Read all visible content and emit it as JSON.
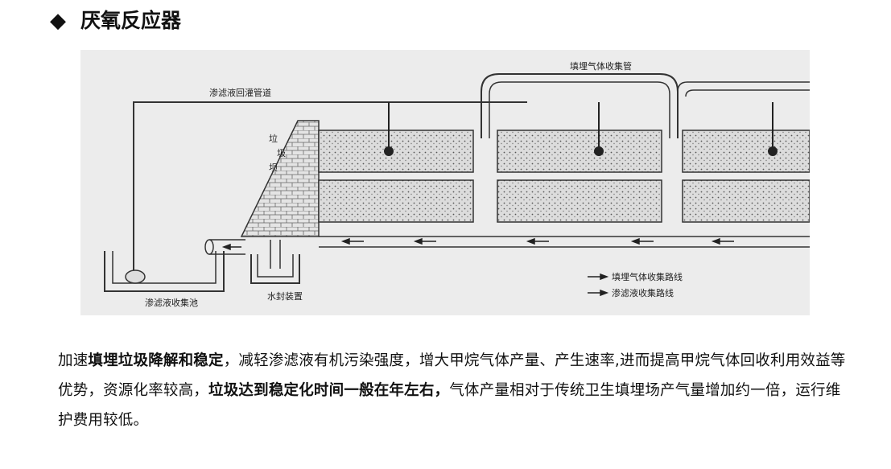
{
  "header": {
    "bullet": "◆",
    "title": "厌氧反应器"
  },
  "diagram": {
    "labels": {
      "gas_pipe": "填埋气体收集管",
      "leachate_return": "渗滤液回灌管道",
      "dam_1": "垃",
      "dam_2": "圾",
      "dam_3": "坝",
      "leachate_pool": "渗滤液收集池",
      "water_seal": "水封装置",
      "legend_gas": "填埋气体收集路线",
      "legend_leachate": "渗滤液收集路线"
    },
    "colors": {
      "background": "#ececec",
      "line": "#333333",
      "fill": "#d4d4d4"
    }
  },
  "body_text": {
    "p1": "加速",
    "b1": "填埋垃圾降解和稳定",
    "p2": "，减轻渗滤液有机污染强度，增大甲烷气体产量、产生速率,进而提高甲烷气体回收利用效益等优势，资源化率较高，",
    "b2": "垃圾达到稳定化时间一般在年左右",
    "b3": "，",
    "p3": "气体产量相对于传统卫生填埋场产气量增加约一倍，运行维护费用较低。"
  }
}
